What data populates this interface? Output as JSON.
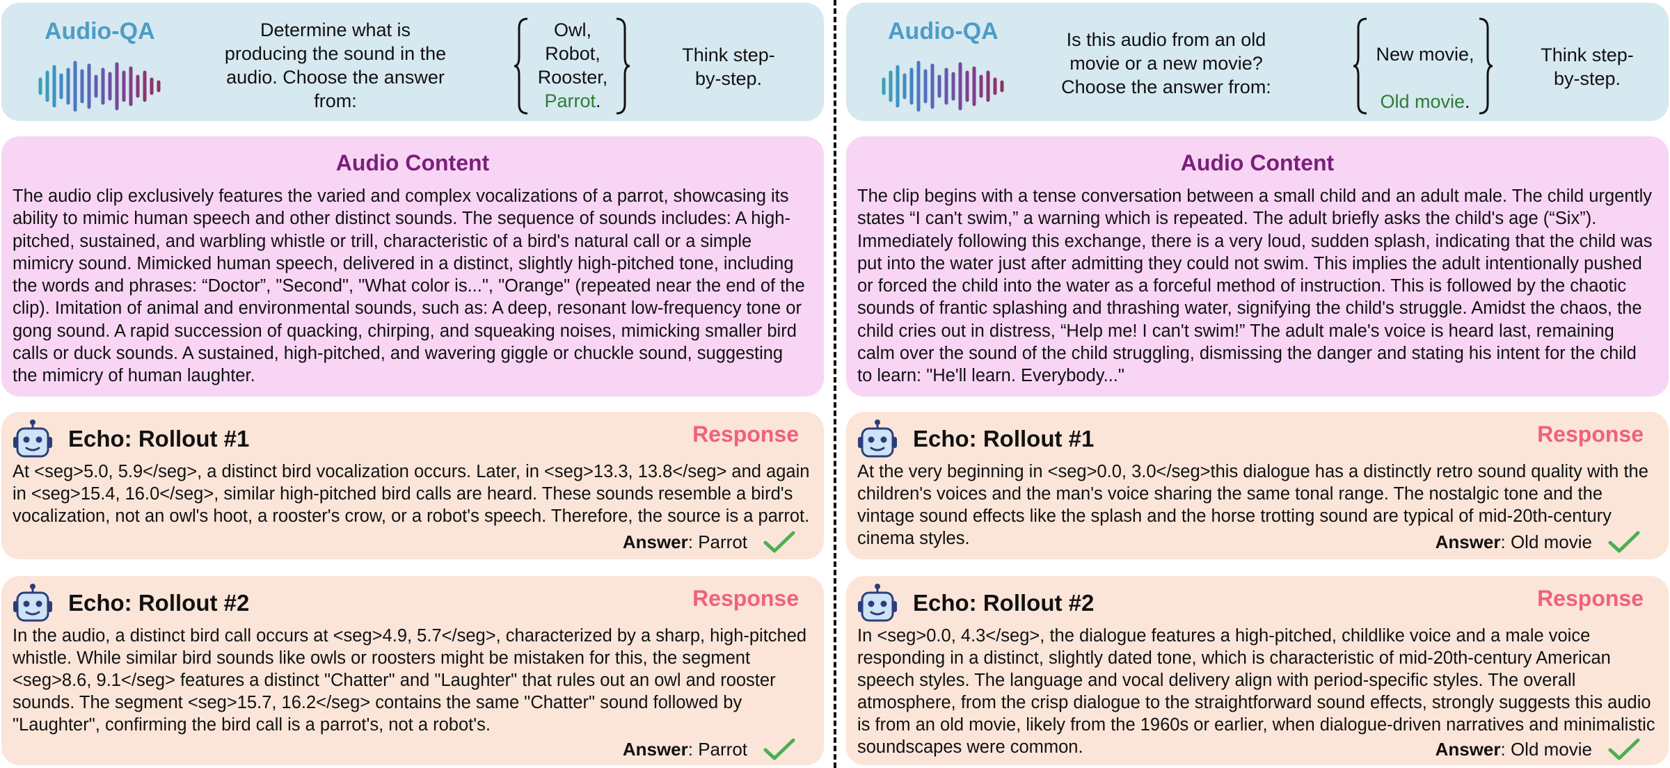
{
  "left": {
    "qa": {
      "title": "Audio-QA",
      "question": "Determine what is producing the sound in the audio. Choose the answer from:",
      "options": [
        "Owl,",
        "Robot,",
        "Rooster,"
      ],
      "correct_option": "Parrot",
      "correct_suffix": ".",
      "think": "Think step-by-step."
    },
    "content": {
      "title": "Audio Content",
      "text": "The audio clip exclusively features the varied and complex vocalizations of a parrot, showcasing its ability to mimic human speech and other distinct sounds. The sequence of sounds includes: A high-pitched, sustained, and warbling whistle or trill, characteristic of a bird's natural call or a simple mimicry sound. Mimicked human speech, delivered in a distinct, slightly high-pitched tone, including the words and phrases: “Doctor”, \"Second\", \"What color is...\", \"Orange\" (repeated near the end of the clip). Imitation of animal and environmental sounds, such as: A deep, resonant low-frequency tone or gong sound. A rapid succession of quacking, chirping, and squeaking noises, mimicking smaller bird calls or duck sounds. A sustained, high-pitched, and wavering giggle or chuckle sound, suggesting the mimicry of human laughter."
    },
    "rollouts": [
      {
        "title": "Echo: Rollout #1",
        "label": "Response",
        "text": "At <seg>5.0, 5.9</seg>, a distinct bird vocalization occurs. Later, in <seg>13.3, 13.8</seg> and again in <seg>15.4, 16.0</seg>, similar high-pitched bird calls are heard. These sounds resemble a bird's vocalization, not an owl's hoot, a rooster's crow, or a robot's speech. Therefore, the source is a parrot.",
        "answer_label": "Answer",
        "answer_value": ": Parrot"
      },
      {
        "title": "Echo: Rollout #2",
        "label": "Response",
        "text": "In the audio, a distinct bird call occurs at <seg>4.9, 5.7</seg>, characterized by a sharp, high-pitched whistle. While similar bird sounds like owls or roosters might be mistaken for this, the segment <seg>8.6, 9.1</seg> features a distinct \"Chatter\" and \"Laughter\" that rules out an owl and rooster sounds. The segment <seg>15.7, 16.2</seg> contains the same \"Chatter\" sound followed by \"Laughter\", confirming the bird call is a parrot's, not a robot's.",
        "answer_label": "Answer",
        "answer_value": ": Parrot"
      }
    ]
  },
  "right": {
    "qa": {
      "title": "Audio-QA",
      "question": "Is this audio from an old movie or a new movie? Choose the answer from:",
      "options": [
        "New movie,"
      ],
      "correct_option": "Old movie",
      "correct_suffix": ".",
      "think": "Think step-by-step."
    },
    "content": {
      "title": "Audio Content",
      "text": "The clip begins with a tense conversation between a small child and an adult male. The child urgently states “I can't swim,” a warning which is repeated. The adult briefly asks the child's age (“Six”). Immediately following this exchange, there is a very loud, sudden splash, indicating that the child was put into the water just after admitting they could not swim. This implies the adult intentionally pushed or forced the child into the water as a forceful method of instruction. This is followed by the chaotic sounds of frantic splashing and thrashing water, signifying the child's struggle. Amidst the chaos, the child cries out in distress, “Help me! I can't swim!” The adult male's voice is heard last, remaining calm over the sound of the child struggling, dismissing the danger and stating his intent for the child to learn: \"He'll learn. Everybody...\""
    },
    "rollouts": [
      {
        "title": "Echo: Rollout #1",
        "label": "Response",
        "text": "At the very beginning in <seg>0.0, 3.0</seg>this dialogue has a distinctly retro sound quality with the children's voices and the man's voice sharing the same tonal range. The nostalgic tone and the vintage sound effects like the splash and the horse trotting sound are typical of mid-20th-century cinema styles.",
        "answer_label": "Answer",
        "answer_value": ": Old movie"
      },
      {
        "title": "Echo: Rollout #2",
        "label": "Response",
        "text": "In <seg>0.0, 4.3</seg>, the dialogue features a high-pitched, childlike voice and a male voice responding in a distinct, slightly dated tone, which is characteristic of mid-20th-century American speech styles. The language and vocal delivery align with period-specific styles. The overall atmosphere, from the crisp dialogue to the straightforward sound effects, strongly suggests this audio is from an old movie, likely from the 1960s or earlier, when dialogue-driven narratives and minimalistic soundscapes were common.",
        "answer_label": "Answer",
        "answer_value": ": Old movie"
      }
    ]
  },
  "icons": {
    "waveform": "audio-waveform-icon",
    "robot": "robot-icon",
    "check": "check-mark-icon"
  },
  "colors": {
    "qa_bg": "#d6e8f0",
    "content_bg": "#f9d5f5",
    "rollout_bg": "#fbe5d9",
    "qa_title": "#4d9cc7",
    "content_title": "#7a1f7a",
    "response_label": "#f06080",
    "correct": "#2e7d32",
    "check": "#4caf50"
  }
}
